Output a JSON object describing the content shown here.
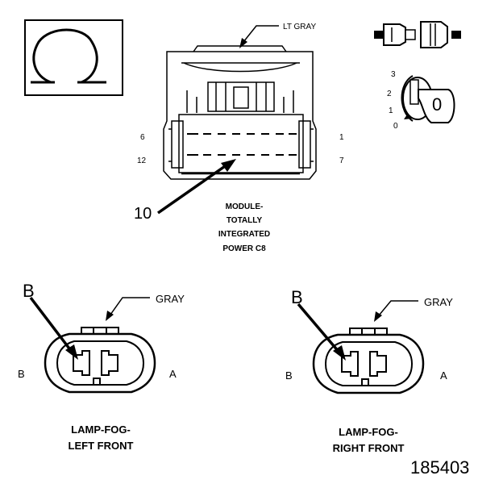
{
  "figure_id": "185403",
  "top_connector": {
    "color_label": "LT GRAY",
    "left_pin_labels": [
      "6",
      "12"
    ],
    "right_pin_labels": [
      "1",
      "7"
    ],
    "callout_number": "10",
    "caption_lines": [
      "MODULE-",
      "TOTALLY",
      "INTEGRATED",
      "POWER C8"
    ]
  },
  "lock_icon": {
    "position_labels": [
      "3",
      "2",
      "1",
      "0"
    ],
    "key_label": "0"
  },
  "left_connector": {
    "callout_letter": "B",
    "color_label": "GRAY",
    "side_left": "B",
    "side_right": "A",
    "caption_lines": [
      "LAMP-FOG-",
      "LEFT FRONT"
    ]
  },
  "right_connector": {
    "callout_letter": "B",
    "color_label": "GRAY",
    "side_left": "B",
    "side_right": "A",
    "caption_lines": [
      "LAMP-FOG-",
      "RIGHT FRONT"
    ]
  }
}
